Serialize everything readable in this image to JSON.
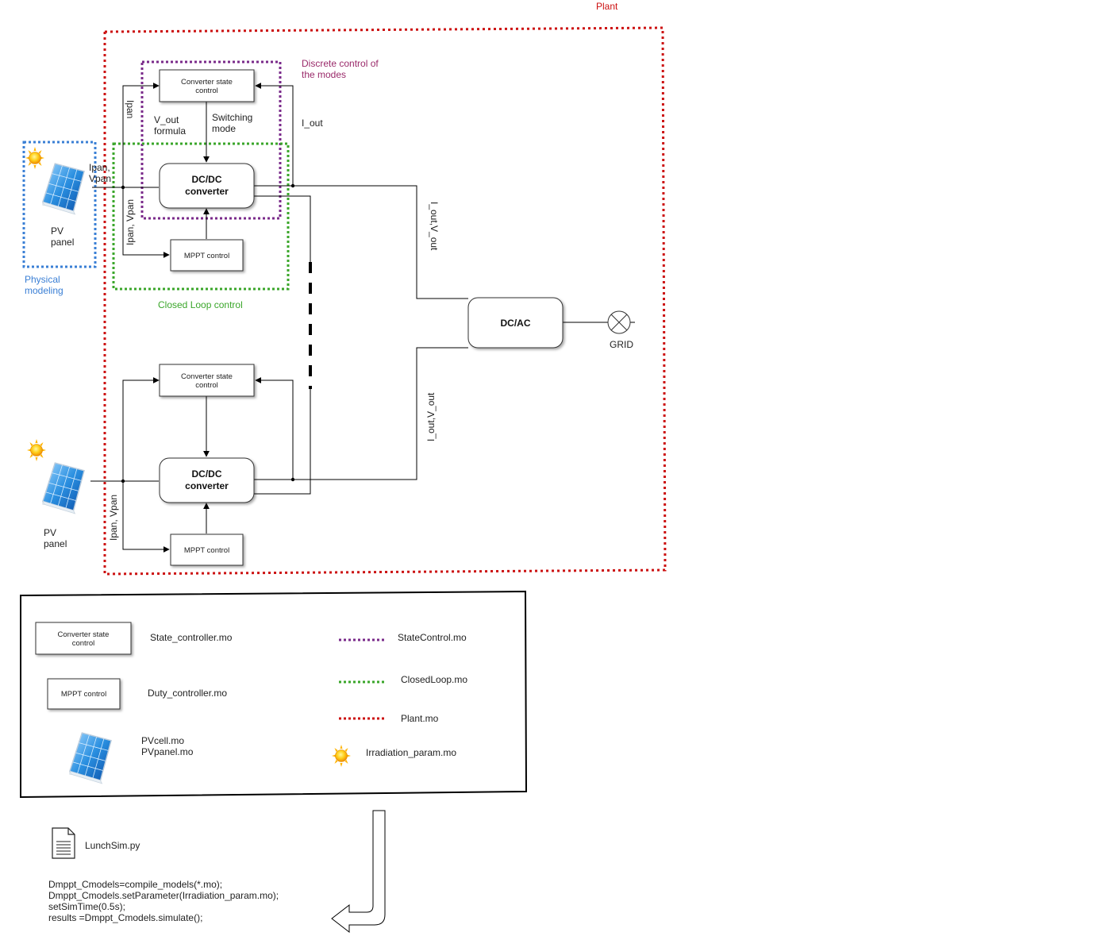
{
  "colors": {
    "plant": "#cc1111",
    "discrete": "#7a2a8a",
    "closed_loop": "#3aa62a",
    "physical": "#3a7fd5",
    "wire": "#000000",
    "panel_blue": "#2a8fe0",
    "sun": "#f5b800"
  },
  "icons": [
    "pv-panel-icon",
    "sun-icon",
    "grid-icon",
    "document-icon",
    "arrow-icon"
  ],
  "regions": {
    "plant": "Plant",
    "discrete_l1": "Discrete control of",
    "discrete_l2": "the modes",
    "closed_loop": "Closed Loop control",
    "physical_l1": "Physical",
    "physical_l2": "modeling"
  },
  "blocks": {
    "state_l1": "Converter state",
    "state_l2": "control",
    "dcdc_l1": "DC/DC",
    "dcdc_l2": "converter",
    "mppt": "MPPT control",
    "dcac": "DC/AC",
    "grid": "GRID",
    "pv_l1": "PV",
    "pv_l2": "panel"
  },
  "signals": {
    "ipan": "Ipan",
    "ipan_vpan_1": "Ipan,",
    "ipan_vpan_2": "Vpan",
    "ipan_vpan": "Ipan, Vpan",
    "vout_1": "V_out",
    "vout_2": "formula",
    "switch_1": "Switching",
    "switch_2": "mode",
    "iout": "I_out",
    "iout_vout": "I_out,V_out"
  },
  "legend": {
    "state_file": "State_controller.mo",
    "mppt_file": "Duty_controller.mo",
    "pv_file_1": "PVcell.mo",
    "pv_file_2": "PVpanel.mo",
    "state_control_file": "StateControl.mo",
    "closed_loop_file": "ClosedLoop.mo",
    "plant_file": "Plant.mo",
    "irradiation_file": "Irradiation_param.mo"
  },
  "script": {
    "filename": "LunchSim.py",
    "lines": [
      "Dmppt_Cmodels=compile_models(*.mo);",
      "Dmppt_Cmodels.setParameter(Irradiation_param.mo);",
      "setSimTime(0.5s);",
      "results =Dmppt_Cmodels.simulate();"
    ]
  }
}
